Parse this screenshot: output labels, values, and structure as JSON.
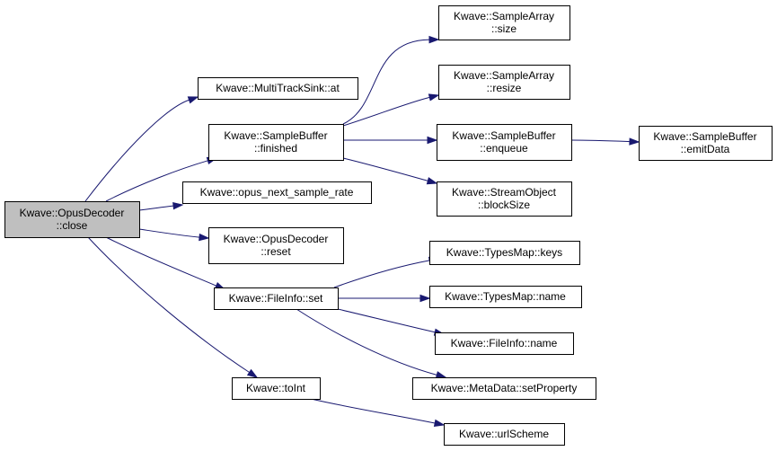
{
  "colors": {
    "edge": "#191970",
    "node_fill": "#ffffff",
    "root_fill": "#bfbfbf",
    "border": "#000000"
  },
  "nodes": [
    {
      "id": "root",
      "lines": [
        "Kwave::OpusDecoder",
        "::close"
      ],
      "highlighted": true
    },
    {
      "id": "multitracksink_at",
      "lines": [
        "Kwave::MultiTrackSink::at"
      ]
    },
    {
      "id": "samplebuffer_finished",
      "lines": [
        "Kwave::SampleBuffer",
        "::finished"
      ]
    },
    {
      "id": "opus_next_sample_rate",
      "lines": [
        "Kwave::opus_next_sample_rate"
      ]
    },
    {
      "id": "opusdecoder_reset",
      "lines": [
        "Kwave::OpusDecoder",
        "::reset"
      ]
    },
    {
      "id": "fileinfo_set",
      "lines": [
        "Kwave::FileInfo::set"
      ]
    },
    {
      "id": "toint",
      "lines": [
        "Kwave::toInt"
      ]
    },
    {
      "id": "samplearray_size",
      "lines": [
        "Kwave::SampleArray",
        "::size"
      ]
    },
    {
      "id": "samplearray_resize",
      "lines": [
        "Kwave::SampleArray",
        "::resize"
      ]
    },
    {
      "id": "samplebuffer_enqueue",
      "lines": [
        "Kwave::SampleBuffer",
        "::enqueue"
      ]
    },
    {
      "id": "streamobject_blocksize",
      "lines": [
        "Kwave::StreamObject",
        "::blockSize"
      ]
    },
    {
      "id": "samplebuffer_emitdata",
      "lines": [
        "Kwave::SampleBuffer",
        "::emitData"
      ]
    },
    {
      "id": "typesmap_keys",
      "lines": [
        "Kwave::TypesMap::keys"
      ]
    },
    {
      "id": "typesmap_name",
      "lines": [
        "Kwave::TypesMap::name"
      ]
    },
    {
      "id": "fileinfo_name",
      "lines": [
        "Kwave::FileInfo::name"
      ]
    },
    {
      "id": "metadata_setproperty",
      "lines": [
        "Kwave::MetaData::setProperty"
      ]
    },
    {
      "id": "urlscheme",
      "lines": [
        "Kwave::urlScheme"
      ]
    }
  ],
  "edges": [
    [
      "root",
      "multitracksink_at"
    ],
    [
      "root",
      "samplebuffer_finished"
    ],
    [
      "root",
      "opus_next_sample_rate"
    ],
    [
      "root",
      "opusdecoder_reset"
    ],
    [
      "root",
      "fileinfo_set"
    ],
    [
      "root",
      "toint"
    ],
    [
      "samplebuffer_finished",
      "samplearray_size"
    ],
    [
      "samplebuffer_finished",
      "samplearray_resize"
    ],
    [
      "samplebuffer_finished",
      "samplebuffer_enqueue"
    ],
    [
      "samplebuffer_finished",
      "streamobject_blocksize"
    ],
    [
      "samplebuffer_enqueue",
      "samplebuffer_emitdata"
    ],
    [
      "fileinfo_set",
      "typesmap_keys"
    ],
    [
      "fileinfo_set",
      "typesmap_name"
    ],
    [
      "fileinfo_set",
      "fileinfo_name"
    ],
    [
      "fileinfo_set",
      "metadata_setproperty"
    ],
    [
      "toint",
      "urlscheme"
    ]
  ]
}
